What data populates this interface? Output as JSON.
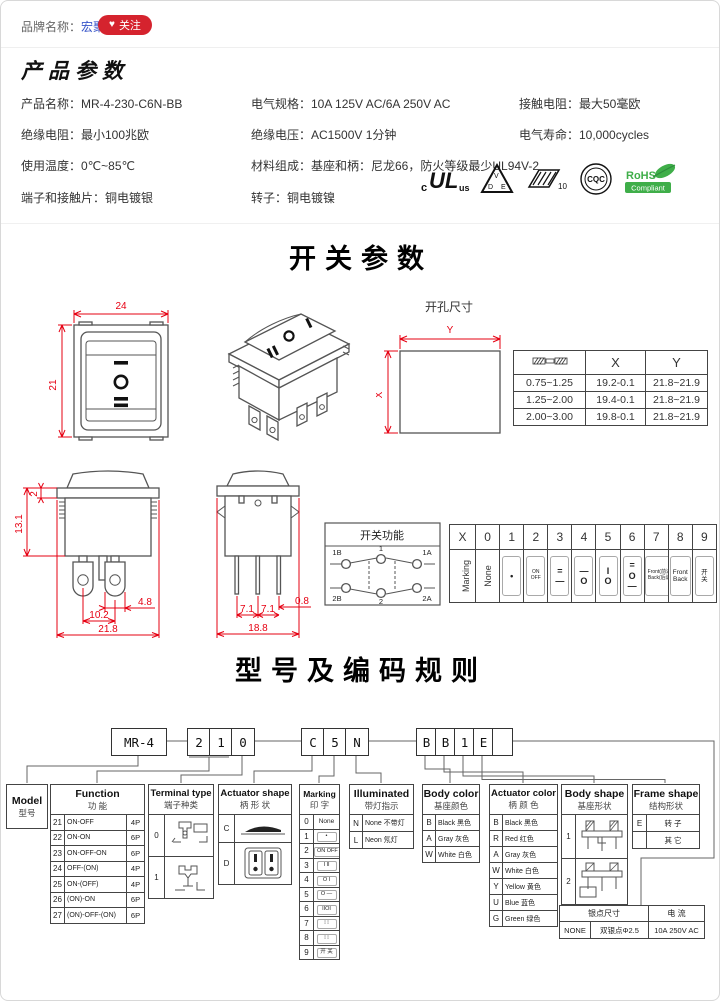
{
  "colors": {
    "accent_red": "#d5232e",
    "link_blue": "#3956c9",
    "dim_red": "#e60012",
    "rohs_green": "#3fae49"
  },
  "topbar": {
    "brand_label": "品牌名称：",
    "brand_name": "宏聚开关",
    "heart": "♥",
    "follow": "关注"
  },
  "product": {
    "title": "产品参数",
    "p1": "产品名称：MR-4-230-C6N-BB",
    "p2": "电气规格：10A 125V AC/6A 250V AC",
    "p3": "接触电阻：最大50毫欧",
    "p4": "绝缘电阻：最小100兆欧",
    "p5": "绝缘电压：AC1500V 1分钟",
    "p6": "电气寿命：10,000cycles",
    "p7": "使用温度：0℃~85℃",
    "p8": "材料组成：基座和柄：尼龙66，防火等级最少UL94V-2",
    "p9": "端子和接触片：铜电镀银",
    "p10": "转子：铜电镀镍",
    "certs": {
      "ul_c": "c",
      "ul": "UL",
      "ul_us": "us",
      "vde_v": "V",
      "vde_d": "D",
      "vde_e": "E",
      "enec_num": "10",
      "cqc": "CQC",
      "rohs1": "RoHS",
      "rohs2": "Compliant"
    }
  },
  "switch_section": {
    "title": "开关参数",
    "front_view": {
      "dim_width": "24",
      "dim_height": "21"
    },
    "hole": {
      "title": "开孔尺寸",
      "x": "X",
      "y": "Y"
    },
    "xy_table": {
      "col_x": "X",
      "col_y": "Y",
      "rows": [
        [
          "0.75~1.25",
          "19.2-0.1",
          "21.8~21.9"
        ],
        [
          "1.25~2.00",
          "19.4-0.1",
          "21.8~21.9"
        ],
        [
          "2.00~3.00",
          "19.8-0.1",
          "21.8~21.9"
        ]
      ]
    },
    "side_front": {
      "dim_2": "2",
      "dim_131": "13.1",
      "dim_48": "4.8",
      "dim_102": "10.2",
      "dim_218": "21.8"
    },
    "side_side": {
      "dim_71a": "7.1",
      "dim_71b": "7.1",
      "dim_08": "0.8",
      "dim_188": "18.8"
    },
    "function_diagram": {
      "title": "开关功能",
      "t_1b": "1B",
      "t_1": "1",
      "t_1a": "1A",
      "t_2b": "2B",
      "t_2": "2",
      "t_2a": "2A"
    },
    "marking_table": {
      "headers": [
        "X",
        "0",
        "1",
        "2",
        "3",
        "4",
        "5",
        "6",
        "7",
        "8",
        "9"
      ],
      "row_label": "Marking",
      "m0": "None",
      "m1": "•",
      "m2a": "ON",
      "m2b": "OFF",
      "m3a": "=",
      "m3b": "—",
      "m4a": "—",
      "m4b": "O",
      "m5a": "I",
      "m5b": "O",
      "m6a": "=",
      "m6b": "O",
      "m6c": "—",
      "m7a": "Front(前进)",
      "m7b": "Back(后退)",
      "m8a": "Front",
      "m8b": "Back",
      "m9a": "开",
      "m9b": "关"
    }
  },
  "coding": {
    "title": "型号及编码规则",
    "code_boxes": {
      "model": "MR-4",
      "f1": "2",
      "f2": "1",
      "t": "0",
      "a": "C",
      "m": "5",
      "i": "N",
      "bc": "B",
      "ac": "B",
      "bs": "1",
      "fs": "E",
      "extra": ""
    },
    "model_col": {
      "en": "Model",
      "cn": "型号"
    },
    "function_col": {
      "en": "Function",
      "cn": "功  能",
      "rows": [
        [
          "21",
          "ON-OFF",
          "4P"
        ],
        [
          "22",
          "ON-ON",
          "6P"
        ],
        [
          "23",
          "ON-OFF-ON",
          "6P"
        ],
        [
          "24",
          "OFF-(ON)",
          "4P"
        ],
        [
          "25",
          "ON-(OFF)",
          "4P"
        ],
        [
          "26",
          "(ON)-ON",
          "6P"
        ],
        [
          "27",
          "(ON)-OFF-(ON)",
          "6P"
        ]
      ]
    },
    "terminal_col": {
      "en": "Terminal type",
      "cn": "端子种类",
      "c0": "0",
      "c1": "1"
    },
    "actuator_shape_col": {
      "en": "Actuator shape",
      "cn": "柄 形 状",
      "c0": "C",
      "c1": "D"
    },
    "marking_col": {
      "en": "Marking",
      "cn": "印  字",
      "rows": [
        [
          "0",
          "None"
        ],
        [
          "1",
          "•"
        ],
        [
          "2",
          "ON OFF"
        ],
        [
          "3",
          "I II"
        ],
        [
          "4",
          "O I"
        ],
        [
          "5",
          "O —"
        ],
        [
          "6",
          "IIOI"
        ],
        [
          "7",
          "⁞ ⁞"
        ],
        [
          "8",
          "⁞ ⁞"
        ],
        [
          "9",
          "开 关"
        ]
      ]
    },
    "illuminated_col": {
      "en": "Illuminated",
      "cn": "带灯指示",
      "rows": [
        [
          "N",
          "None 不带灯"
        ],
        [
          "L",
          "Neon 氖灯"
        ]
      ]
    },
    "body_color_col": {
      "en": "Body color",
      "cn": "基座颜色",
      "rows": [
        [
          "B",
          "Black 黑色"
        ],
        [
          "A",
          "Gray 灰色"
        ],
        [
          "W",
          "White 白色"
        ]
      ]
    },
    "actuator_color_col": {
      "en": "Actuator color",
      "cn": "柄 颜 色",
      "rows": [
        [
          "B",
          "Black 黑色"
        ],
        [
          "R",
          "Red 红色"
        ],
        [
          "A",
          "Gray 灰色"
        ],
        [
          "W",
          "White 白色"
        ],
        [
          "Y",
          "Yellow 黄色"
        ],
        [
          "U",
          "Blue 蓝色"
        ],
        [
          "G",
          "Green 绿色"
        ]
      ]
    },
    "body_shape_col": {
      "en": "Body shape",
      "cn": "基座形状",
      "c0": "1",
      "c1": "2"
    },
    "frame_shape_col": {
      "en": "Frame shape",
      "cn": "结构形状",
      "rows": [
        [
          "E",
          "转 子"
        ],
        [
          "",
          "其 它"
        ]
      ]
    },
    "silver_table": {
      "h1": "银点尺寸",
      "h2": "电 流",
      "c1": "NONE",
      "c2": "双银点Φ2.5",
      "c3": "10A 250V AC"
    }
  }
}
